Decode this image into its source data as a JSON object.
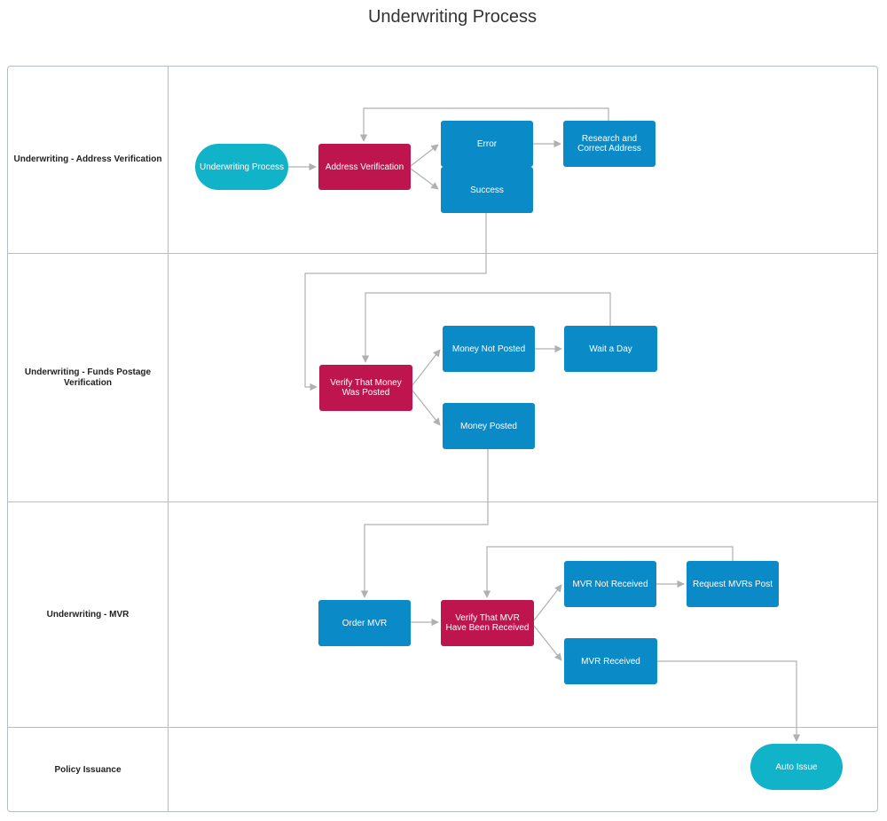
{
  "title": "Underwriting Process",
  "lanes": [
    {
      "label": "Underwriting - Address Verification"
    },
    {
      "label": "Underwriting - Funds Postage Verification"
    },
    {
      "label": "Underwriting - MVR"
    },
    {
      "label": "Policy Issuance"
    }
  ],
  "nodes": {
    "start": "Underwriting Process",
    "address_verification": "Address Verification",
    "error": "Error",
    "research": "Research and Correct Address",
    "success": "Success",
    "verify_money": "Verify That Money Was Posted",
    "money_not_posted": "Money Not Posted",
    "wait_day": "Wait a Day",
    "money_posted": "Money Posted",
    "order_mvr": "Order MVR",
    "verify_mvr": "Verify That MVR Have Been Received",
    "mvr_not_received": "MVR Not Received",
    "request_mvr": "Request MVRs Post",
    "mvr_received": "MVR Received",
    "auto_issue": "Auto Issue"
  },
  "colors": {
    "process": "#0b8ac8",
    "decision": "#bf154f",
    "terminal": "#11b3c9",
    "connector": "#b0b0b0",
    "lane_border": "#b5bdc8"
  }
}
